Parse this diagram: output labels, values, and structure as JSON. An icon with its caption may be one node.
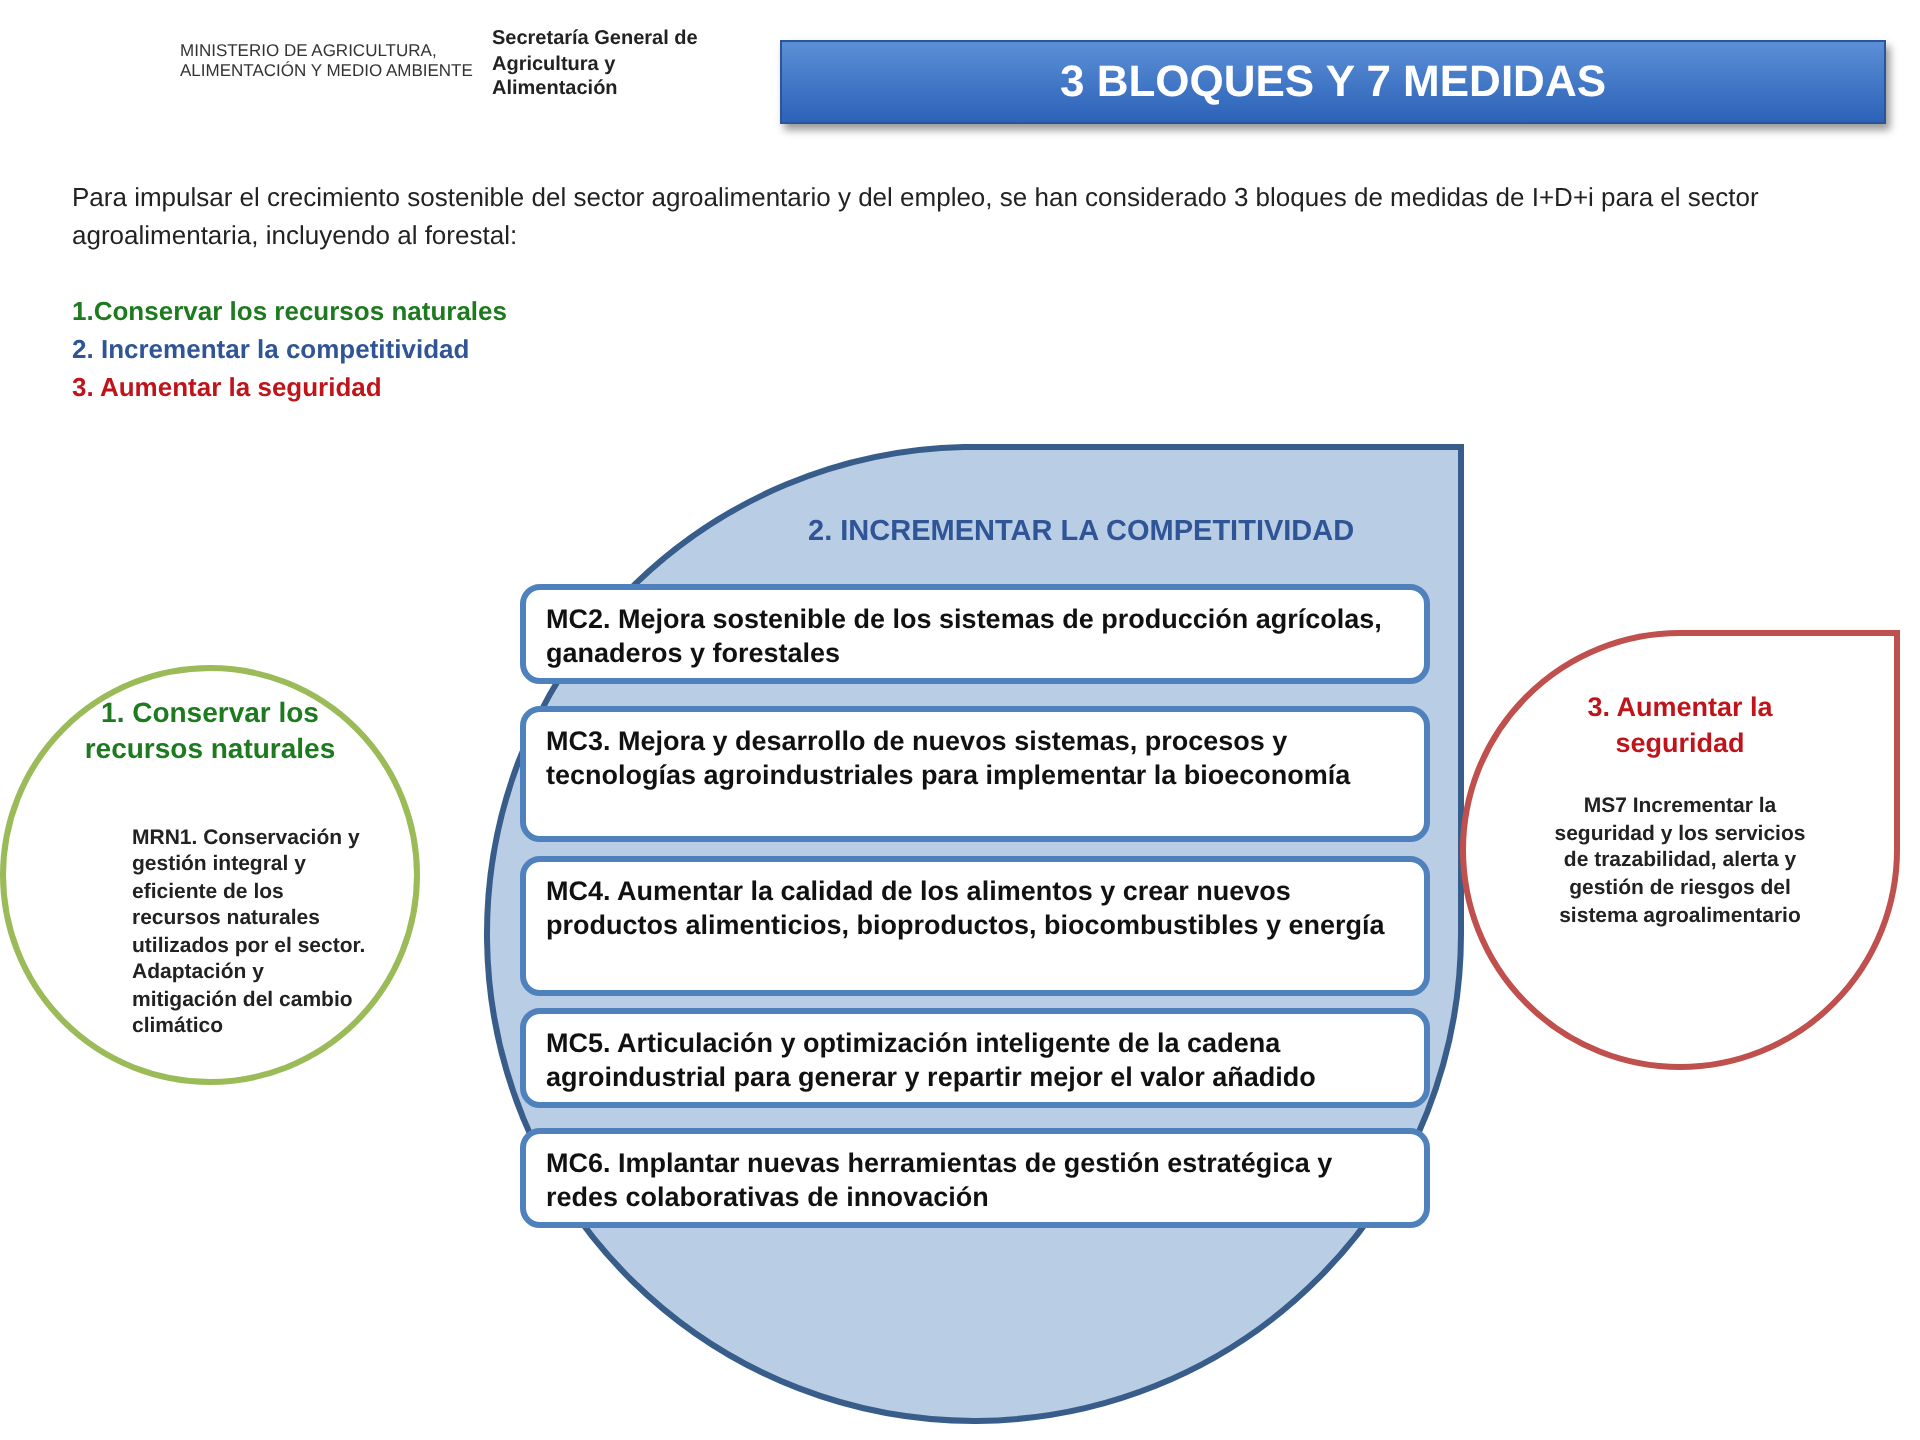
{
  "diagram": {
    "title": "3 BLOQUES Y 7 MEDIDAS",
    "nodes": [
      {
        "text": [
          "1. Conservar los recursos naturales",
          "MRN1. Conservación y gestión integral y eficiente de los recursos naturales utilizados  por el sector. Adaptación y mitigación del cambio climático"
        ]
      },
      {
        "text": [
          "2. INCREMENTAR LA COMPETITIVIDAD"
        ]
      },
      {
        "text": [
          "MC2. Mejora sostenible de los sistemas de producción agrícolas, ganaderos y forestales"
        ],
        "in": 1
      },
      {
        "text": [
          "MC3. Mejora y desarrollo de nuevos sistemas, procesos y tecnologías agroindustriales para implementar la bioeconomía"
        ],
        "in": 1
      },
      {
        "text": [
          "MC4. Aumentar la calidad de los alimentos y crear nuevos productos alimenticios, bioproductos, biocombustibles y energía"
        ],
        "in": 1
      },
      {
        "text": [
          "MC5. Articulación y optimización inteligente de la cadena agroindustrial para generar y repartir mejor el valor añadido"
        ],
        "in": 1
      },
      {
        "text": [
          "MC6. Implantar nuevas herramientas de gestión estratégica y redes colaborativas de innovación"
        ],
        "in": 1
      },
      {
        "text": [
          "3. Aumentar la seguridad",
          "MS7 Incrementar la seguridad y los servicios de trazabilidad, alerta y gestión de riesgos del sistema agroalimentario"
        ]
      }
    ],
    "labels": [
      "MINISTERIO DE AGRICULTURA, ALIMENTACIÓN Y MEDIO AMBIENTE",
      "Secretaría General de Agricultura y Alimentación",
      "Para impulsar el crecimiento sostenible del sector agroalimentario y del empleo, se han considerado 3 bloques de medidas de I+D+i para el sector agroalimentaria, incluyendo al forestal:",
      "1.Conservar los recursos naturales",
      "2. Incrementar la competitividad",
      "3. Aumentar la seguridad"
    ]
  }
}
